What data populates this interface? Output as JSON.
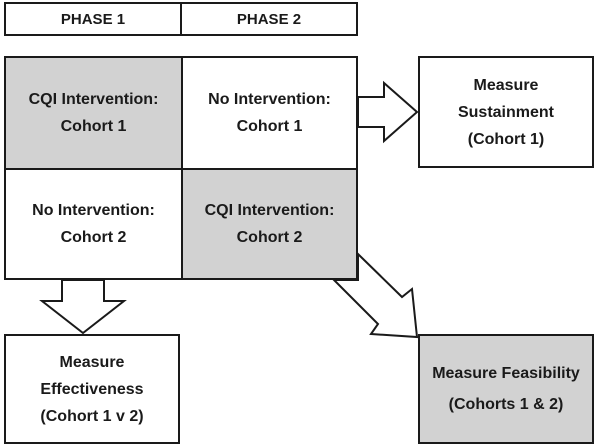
{
  "header": {
    "phase1": "PHASE 1",
    "phase2": "PHASE 2"
  },
  "grid": {
    "cohort1_phase1": {
      "line1": "CQI Intervention:",
      "line2": "Cohort 1"
    },
    "cohort1_phase2": {
      "line1": "No Intervention:",
      "line2": "Cohort 1"
    },
    "cohort2_phase1": {
      "line1": "No Intervention:",
      "line2": "Cohort 2"
    },
    "cohort2_phase2": {
      "line1": "CQI Intervention:",
      "line2": "Cohort 2"
    }
  },
  "outcomes": {
    "sustainment": {
      "line1": "Measure",
      "line2": "Sustainment",
      "line3": "(Cohort 1)"
    },
    "effectiveness": {
      "line1": "Measure",
      "line2": "Effectiveness",
      "line3": "(Cohort 1 v 2)"
    },
    "feasibility": {
      "line1": "Measure Feasibility",
      "line2": "(Cohorts 1 & 2)"
    }
  },
  "colors": {
    "shaded": "#d2d2d2",
    "border": "#1a1a1a"
  }
}
